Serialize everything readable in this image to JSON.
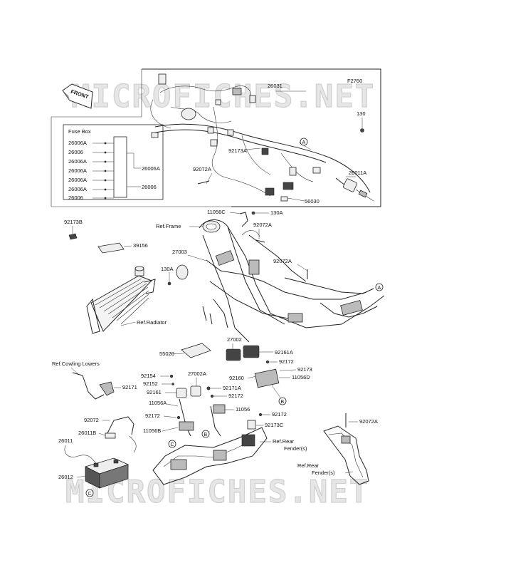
{
  "watermark": {
    "text": "MICROFICHES.NET"
  },
  "front_tag": "FRONT",
  "figure_code": "F2760",
  "fuse_box": {
    "title": "Fuse Box",
    "rows": [
      "26006A",
      "26006",
      "26006A",
      "26006A",
      "26006A",
      "26006A",
      "26006"
    ],
    "right_labels": [
      "26006A",
      "26006"
    ]
  },
  "refs": {
    "frame": "Ref.Frame",
    "radiator": "Ref.Radiator",
    "cowling": "Ref.Cowling Lowers",
    "rear_fender_1": "Ref.Rear\nFender(s)",
    "rear_fender_1a": "Ref.Rear",
    "rear_fender_1b": "Fender(s)",
    "rear_fender_2a": "Ref.Rear",
    "rear_fender_2b": "Fender(s)"
  },
  "callouts": {
    "A": "A",
    "B": "B",
    "C": "C"
  },
  "parts": {
    "p26031": "26031",
    "p130_top": "130",
    "p92173A": "92173A",
    "p92072A_top": "92072A",
    "p26011A": "26011A",
    "p56030": "56030",
    "p92173B": "92173B",
    "p11056C": "11056C",
    "p130A_1": "130A",
    "p92072A_2": "92072A",
    "p39156": "39156",
    "p27003": "27003",
    "p130A_2": "130A",
    "p92072A_3": "92072A",
    "p27002": "27002",
    "p55020": "55020",
    "p92161A": "92161A",
    "p92172_1": "92172",
    "p92173": "92173",
    "p92160": "92160",
    "p11056D": "11056D",
    "p92154": "92154",
    "p27002A": "27002A",
    "p92152": "92152",
    "p92161": "92161",
    "p92171A": "92171A",
    "p92172_2": "92172",
    "p11056A": "11056A",
    "p11056": "11056",
    "p92172_3": "92172",
    "p92172_4": "92172",
    "p92173C": "92173C",
    "p11056B": "11056B",
    "p92171": "92171",
    "p92072": "92072",
    "p26011B": "26011B",
    "p26011": "26011",
    "p26012": "26012",
    "p92072A_4": "92072A"
  }
}
